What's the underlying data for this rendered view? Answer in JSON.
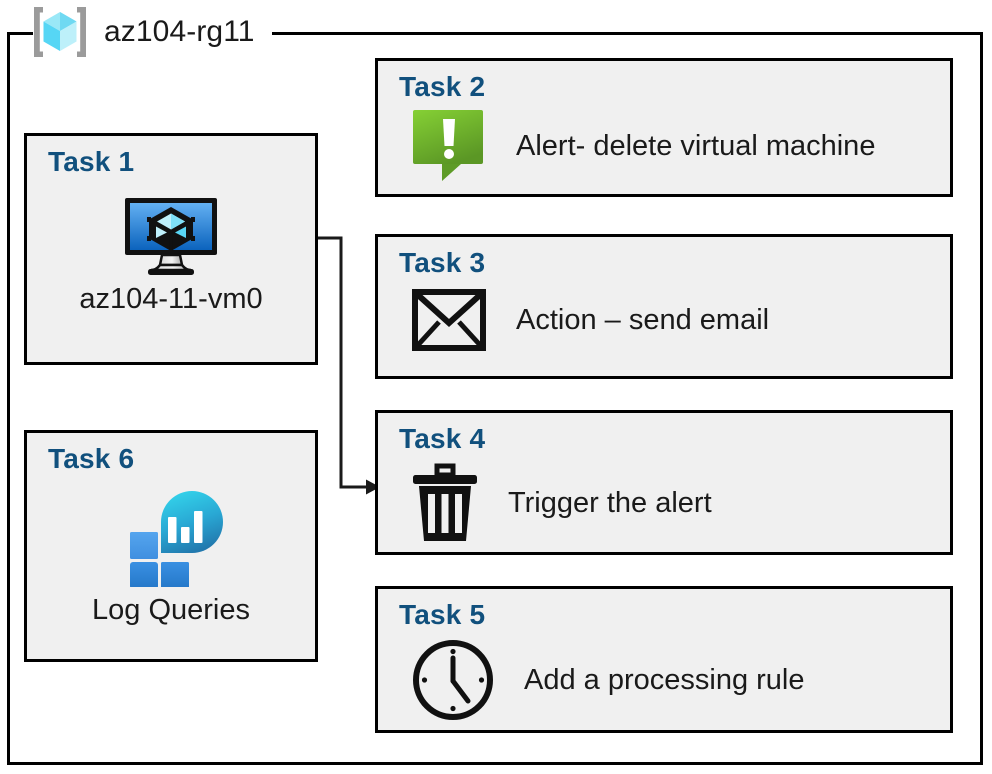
{
  "resource_group": {
    "name": "az104-rg11",
    "icon": "resource-group-cube-icon"
  },
  "colors": {
    "task_title": "#11507d",
    "card_background": "#f0f0f0",
    "border": "#000000",
    "alert_green_light": "#7cc72e",
    "alert_green_dark": "#5d9a26",
    "vm_screen_light": "#5ba8ef",
    "vm_screen_dark": "#0f68c0",
    "log_cyan": "#2fd0e8",
    "log_teal": "#2483b6",
    "log_blue_light": "#4e9de9",
    "log_blue_dark": "#2b82d4"
  },
  "cards": [
    {
      "id": "task1",
      "title": "Task 1",
      "label": "az104-11-vm0",
      "icon": "virtual-machine-icon",
      "layout": "vertical"
    },
    {
      "id": "task2",
      "title": "Task 2",
      "label": "Alert- delete virtual machine",
      "icon": "alert-callout-icon",
      "layout": "horizontal"
    },
    {
      "id": "task3",
      "title": "Task 3",
      "label": "Action – send email",
      "icon": "envelope-icon",
      "layout": "horizontal"
    },
    {
      "id": "task4",
      "title": "Task 4",
      "label": "Trigger the alert",
      "icon": "trash-icon",
      "layout": "horizontal"
    },
    {
      "id": "task5",
      "title": "Task 5",
      "label": "Add a processing rule",
      "icon": "clock-icon",
      "layout": "horizontal"
    },
    {
      "id": "task6",
      "title": "Task 6",
      "label": "Log Queries",
      "icon": "log-analytics-icon",
      "layout": "vertical"
    }
  ],
  "connector": {
    "from": "task1-virtual-machine-icon",
    "to": "task4",
    "arrow": "arrowhead-right"
  }
}
